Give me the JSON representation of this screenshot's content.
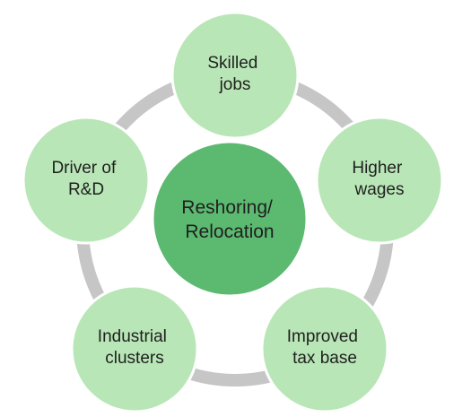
{
  "colors": {
    "ring": "#c6c6c6",
    "satellite_fill": "#b8e6b6",
    "satellite_stroke": "#ffffff",
    "center_fill": "#5cb970",
    "center_stroke": "#ffffff",
    "text": "#1f1f1f"
  },
  "center": {
    "lines": [
      "Reshoring/",
      "Relocation"
    ]
  },
  "nodes": [
    {
      "id": "skilled-jobs",
      "lines": [
        "Skilled",
        "jobs"
      ]
    },
    {
      "id": "higher-wages",
      "lines": [
        "Higher",
        "wages"
      ]
    },
    {
      "id": "improved-tax-base",
      "lines": [
        "Improved",
        "tax base"
      ]
    },
    {
      "id": "industrial-clusters",
      "lines": [
        "Industrial",
        "clusters"
      ]
    },
    {
      "id": "driver-of-rd",
      "lines": [
        "Driver of",
        "R&D"
      ]
    }
  ]
}
